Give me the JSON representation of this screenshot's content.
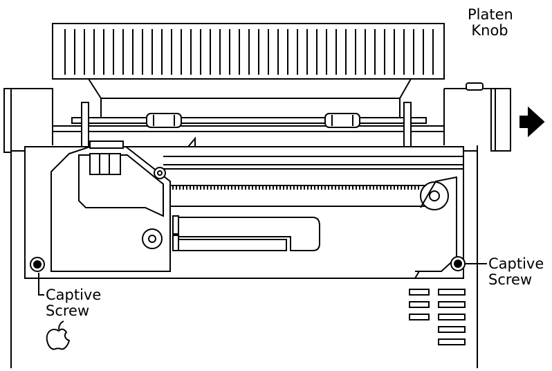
{
  "labels": {
    "platen_knob": {
      "line1": "Platen",
      "line2": "Knob"
    },
    "captive_screw_left": {
      "line1": "Captive",
      "line2": "Screw"
    },
    "captive_screw_right": {
      "line1": "Captive",
      "line2": "Screw"
    }
  },
  "icons": {
    "arrow": "arrow-right-icon",
    "logo": "apple-logo-icon"
  },
  "colors": {
    "ink": "#000000",
    "paper": "#ffffff"
  }
}
